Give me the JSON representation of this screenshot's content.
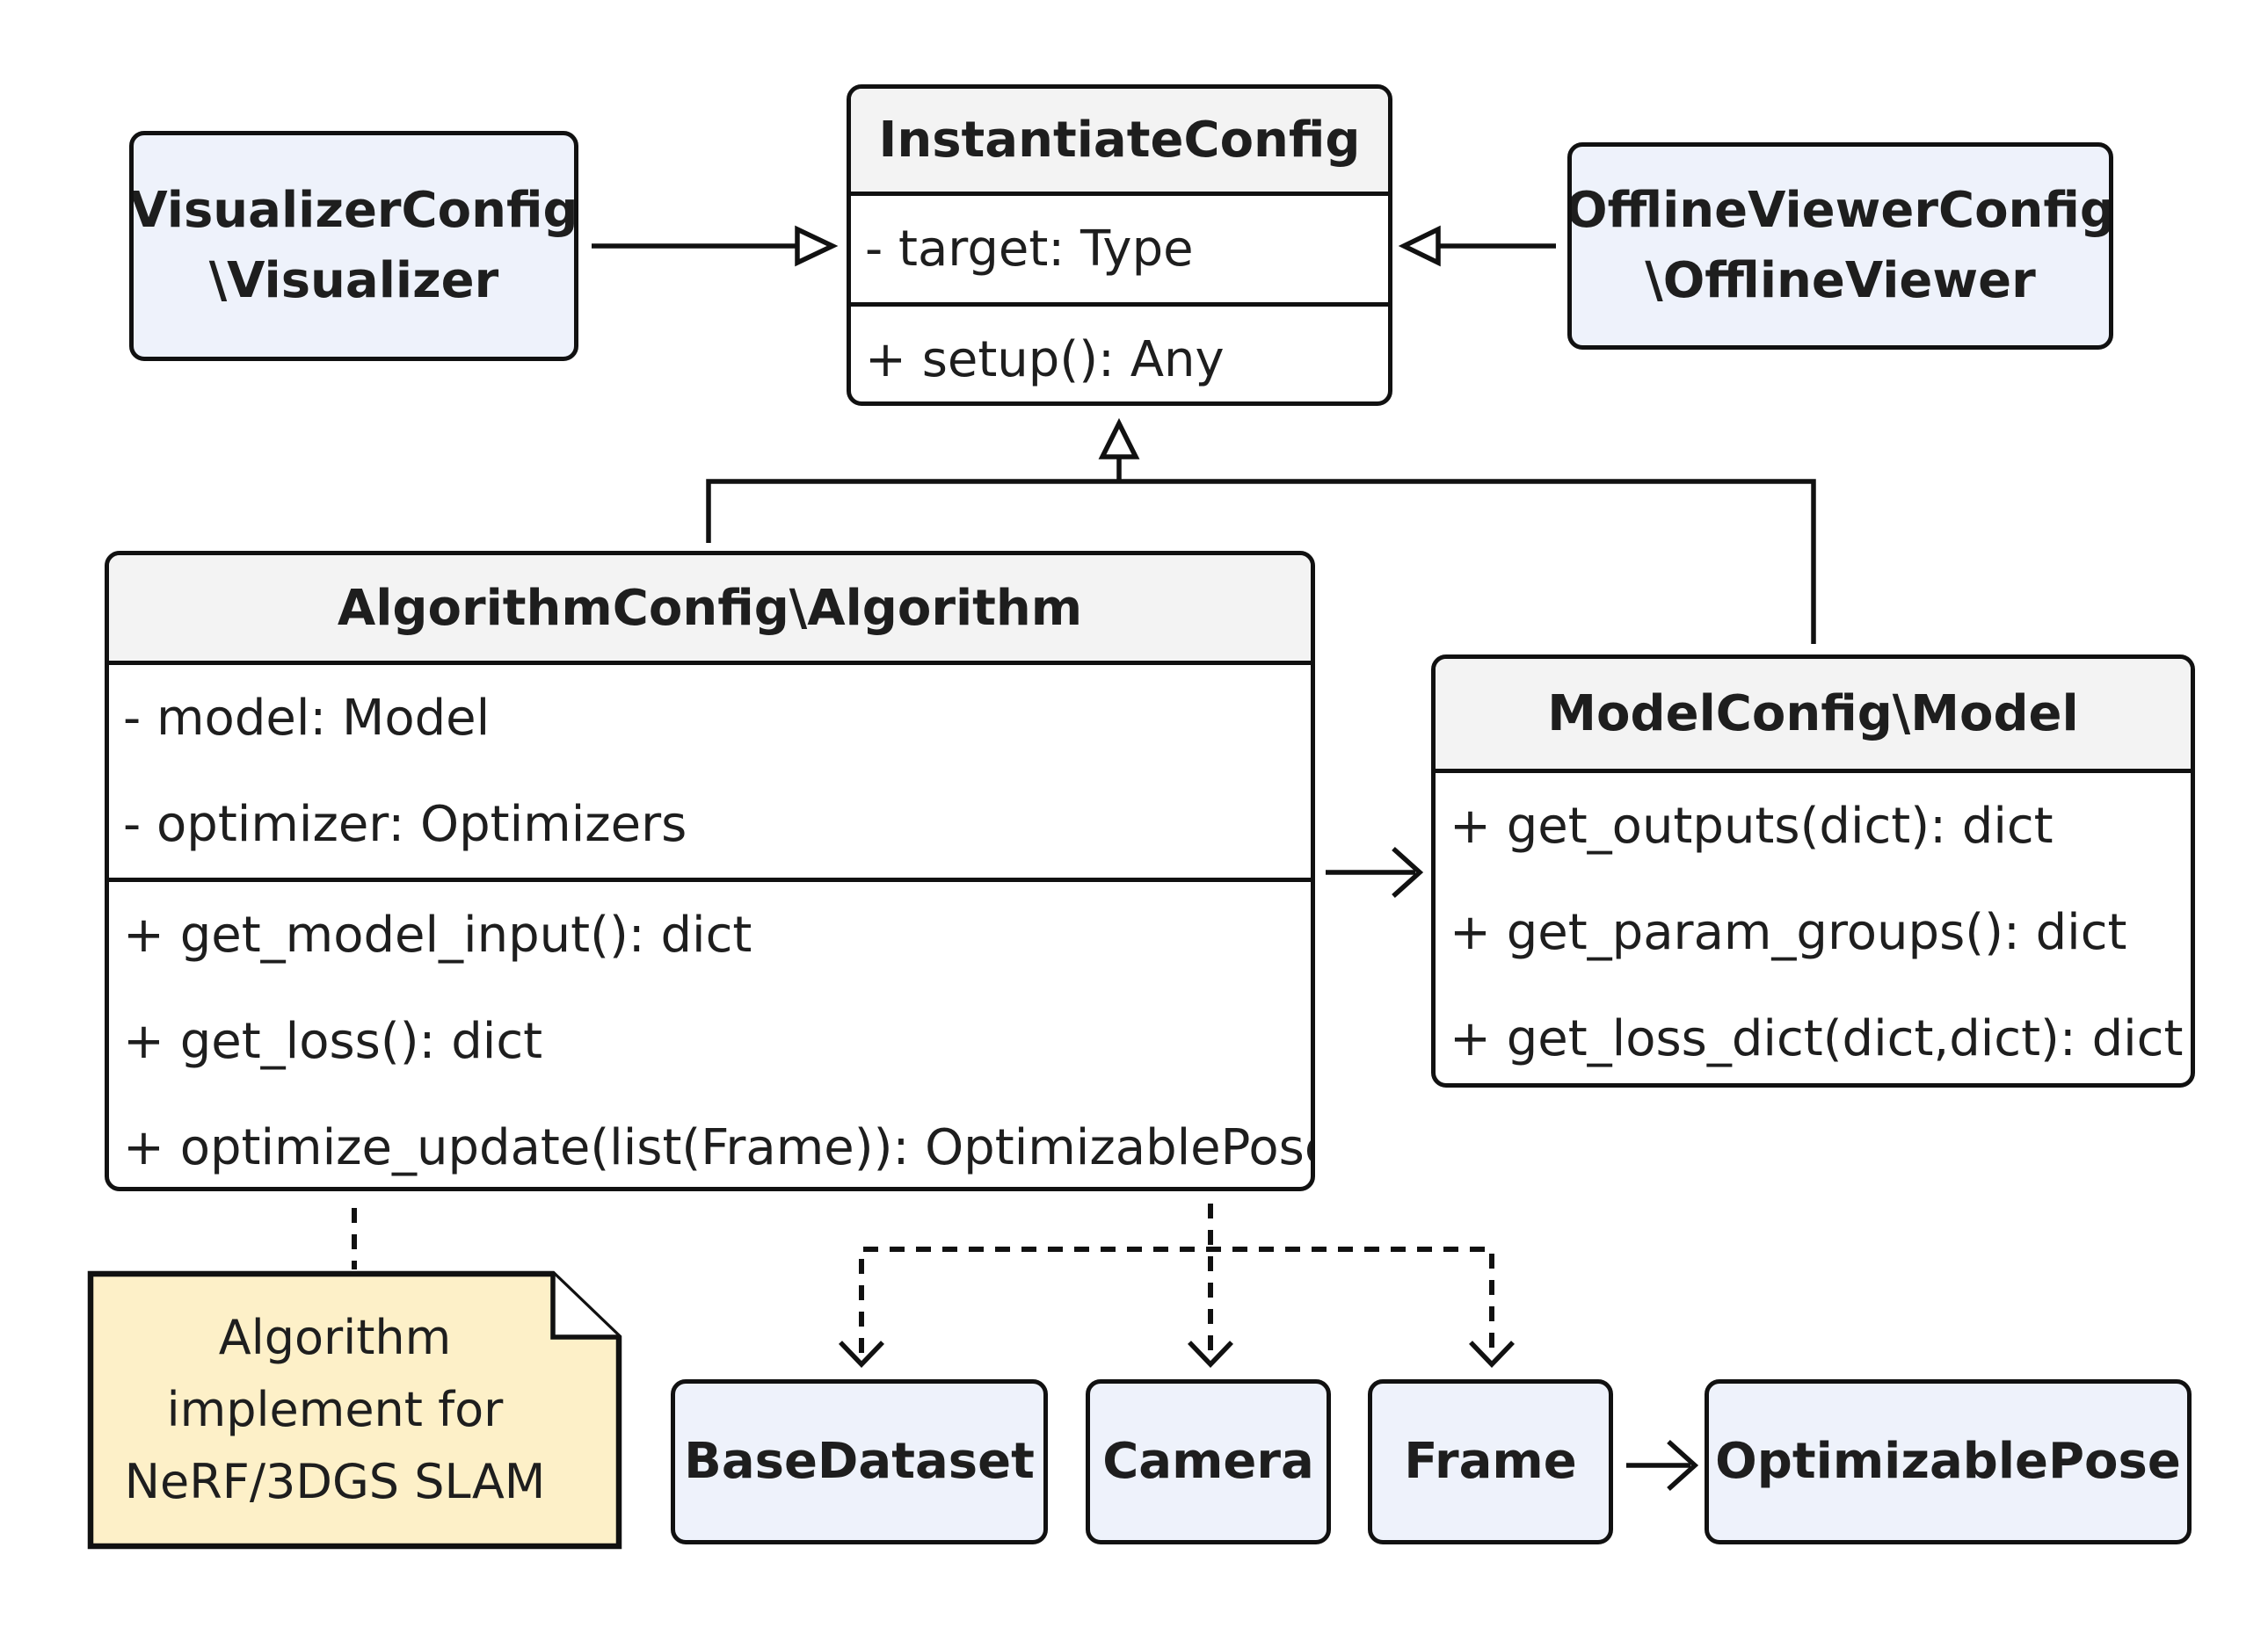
{
  "instantiate": {
    "title": "InstantiateConfig",
    "attributes": [
      "- target: Type"
    ],
    "methods": [
      "+ setup(): Any"
    ]
  },
  "visualizer": {
    "line1": "VisualizerConfig",
    "line2": "\\Visualizer"
  },
  "offline_viewer": {
    "line1": "OfflineViewerConfig",
    "line2": "\\OfflineViewer"
  },
  "algorithm": {
    "title": "AlgorithmConfig\\Algorithm",
    "attributes": [
      "- model: Model",
      "- optimizer: Optimizers"
    ],
    "methods": [
      "+ get_model_input(): dict",
      "+ get_loss(): dict",
      "+ optimize_update(list(Frame)): OptimizablePose"
    ]
  },
  "model": {
    "title": "ModelConfig\\Model",
    "methods": [
      "+ get_outputs(dict): dict",
      "+ get_param_groups(): dict",
      "+ get_loss_dict(dict,dict): dict"
    ]
  },
  "note": {
    "lines": [
      "Algorithm",
      "implement for",
      "NeRF/3DGS SLAM"
    ]
  },
  "base_dataset": {
    "label": "BaseDataset"
  },
  "camera": {
    "label": "Camera"
  },
  "frame": {
    "label": "Frame"
  },
  "optimizable_pose": {
    "label": "OptimizablePose"
  },
  "colors": {
    "line": "#111111",
    "class_fill": "#eef2fb",
    "header_fill": "#f3f3f3",
    "note_fill": "#fdf0c8"
  }
}
